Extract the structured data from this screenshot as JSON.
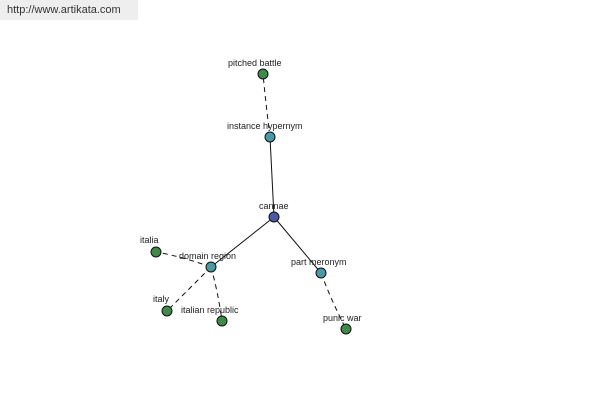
{
  "header": {
    "url": "http://www.artikata.com"
  },
  "colors": {
    "center_node": "#4a5aa8",
    "relation_node": "#4a9aa3",
    "leaf_node": "#3f8a4a",
    "edge": "#111111"
  },
  "graph": {
    "nodes": {
      "cannae": {
        "label": "cannae",
        "kind": "center"
      },
      "instance_hypernym": {
        "label": "instance hypernym",
        "kind": "relation"
      },
      "pitched_battle": {
        "label": "pitched battle",
        "kind": "leaf"
      },
      "domain_region": {
        "label": "domain region",
        "kind": "relation"
      },
      "italia": {
        "label": "italia",
        "kind": "leaf"
      },
      "italy": {
        "label": "italy",
        "kind": "leaf"
      },
      "italian_republic": {
        "label": "italian republic",
        "kind": "leaf"
      },
      "part_meronym": {
        "label": "part meronym",
        "kind": "relation"
      },
      "punic_war": {
        "label": "punic war",
        "kind": "leaf"
      }
    },
    "edges": [
      {
        "from": "cannae",
        "to": "instance_hypernym",
        "style": "solid"
      },
      {
        "from": "instance_hypernym",
        "to": "pitched_battle",
        "style": "dashed"
      },
      {
        "from": "cannae",
        "to": "domain_region",
        "style": "solid"
      },
      {
        "from": "domain_region",
        "to": "italia",
        "style": "dashed"
      },
      {
        "from": "domain_region",
        "to": "italy",
        "style": "dashed"
      },
      {
        "from": "domain_region",
        "to": "italian_republic",
        "style": "dashed"
      },
      {
        "from": "cannae",
        "to": "part_meronym",
        "style": "solid"
      },
      {
        "from": "part_meronym",
        "to": "punic_war",
        "style": "dashed"
      }
    ]
  }
}
